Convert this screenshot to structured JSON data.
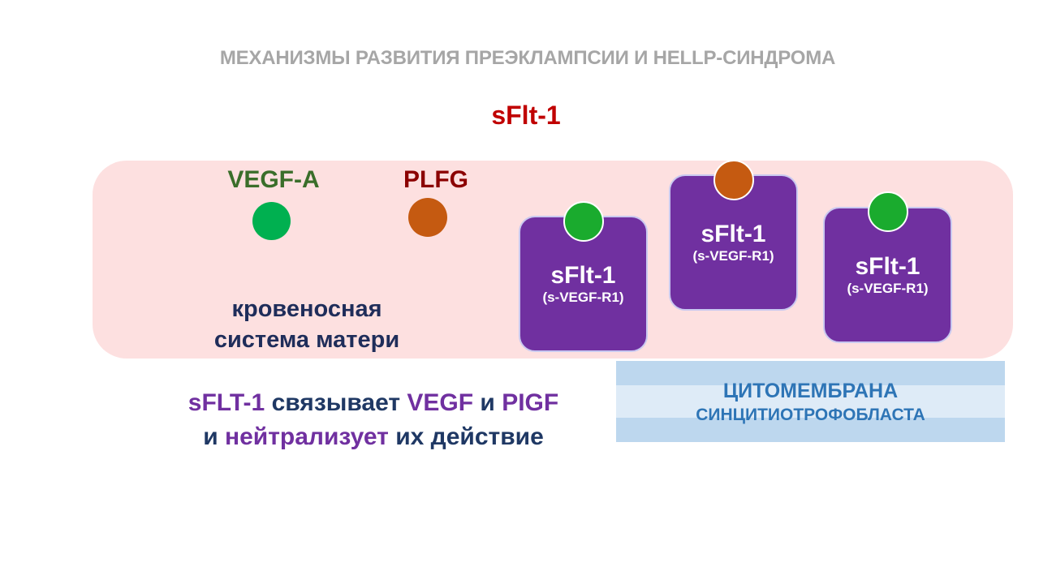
{
  "slide": {
    "title": "МЕХАНИЗМЫ РАЗВИТИЯ ПРЕЭКЛАМПСИИ И HELLP-СИНДРОМА",
    "subtitle": "sFlt-1"
  },
  "blood": {
    "ligands": [
      {
        "label": "VEGF-A",
        "color": "#00b050"
      },
      {
        "label": "PLFG",
        "color": "#c55a11"
      }
    ],
    "text_line1": "кровеносная",
    "text_line2": "система матери",
    "color": "#fde0e0"
  },
  "receptors": [
    {
      "name": "sFlt-1",
      "sub": "(s-VEGF-R1)",
      "bound": "VEGF-A"
    },
    {
      "name": "sFlt-1",
      "sub": "(s-VEGF-R1)",
      "bound": "PLFG"
    },
    {
      "name": "sFlt-1",
      "sub": "(s-VEGF-R1)",
      "bound": "VEGF-A"
    }
  ],
  "receptor_color": "#7030a0",
  "membrane": {
    "line1": "ЦИТОМЕМБРАНА",
    "line2": "СИНЦИТИОТРОФОБЛАСТА",
    "color": "#bdd7ee"
  },
  "description": {
    "line1": [
      {
        "text": "sFLT-1 ",
        "style": "purple"
      },
      {
        "text": "связывает ",
        "style": "navy"
      },
      {
        "text": "VEGF ",
        "style": "purple"
      },
      {
        "text": "и ",
        "style": "navy"
      },
      {
        "text": "PIGF",
        "style": "purple"
      }
    ],
    "line2": [
      {
        "text": "и ",
        "style": "navy"
      },
      {
        "text": "нейтрализует ",
        "style": "purple"
      },
      {
        "text": "их действие",
        "style": "navy"
      }
    ]
  }
}
